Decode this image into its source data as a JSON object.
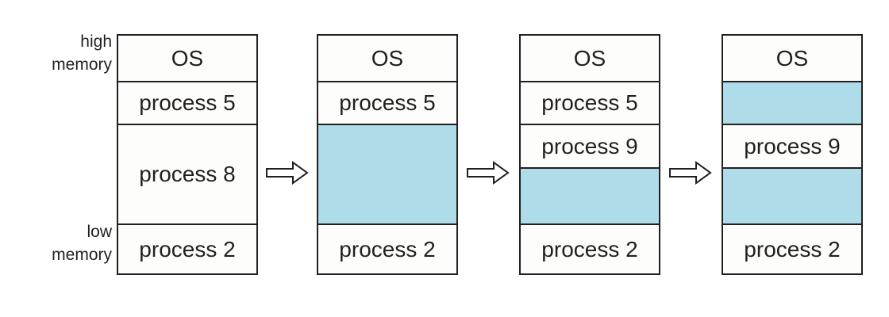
{
  "labels": {
    "high_memory": "high\nmemory",
    "low_memory": "low\nmemory"
  },
  "colors": {
    "free-fill": "#aedde9",
    "box-fill": "#fdfdfb",
    "line": "#231f20",
    "text": "#231f20",
    "page-bg": "#ffffff",
    "arrow-fill": "#ffffff"
  },
  "icons": {
    "step_arrow": "right-arrow"
  },
  "diagrams": [
    {
      "segments": [
        {
          "label": "OS",
          "type": "os"
        },
        {
          "label": "process 5",
          "type": "process"
        },
        {
          "label": "process 8",
          "type": "process"
        },
        {
          "label": "process 2",
          "type": "process"
        }
      ]
    },
    {
      "segments": [
        {
          "label": "OS",
          "type": "os"
        },
        {
          "label": "process 5",
          "type": "process"
        },
        {
          "label": "",
          "type": "free"
        },
        {
          "label": "process 2",
          "type": "process"
        }
      ]
    },
    {
      "segments": [
        {
          "label": "OS",
          "type": "os"
        },
        {
          "label": "process 5",
          "type": "process"
        },
        {
          "label": "process 9",
          "type": "process"
        },
        {
          "label": "",
          "type": "free"
        },
        {
          "label": "process 2",
          "type": "process"
        }
      ]
    },
    {
      "segments": [
        {
          "label": "OS",
          "type": "os"
        },
        {
          "label": "",
          "type": "free"
        },
        {
          "label": "process 9",
          "type": "process"
        },
        {
          "label": "",
          "type": "free"
        },
        {
          "label": "process 2",
          "type": "process"
        }
      ]
    }
  ]
}
